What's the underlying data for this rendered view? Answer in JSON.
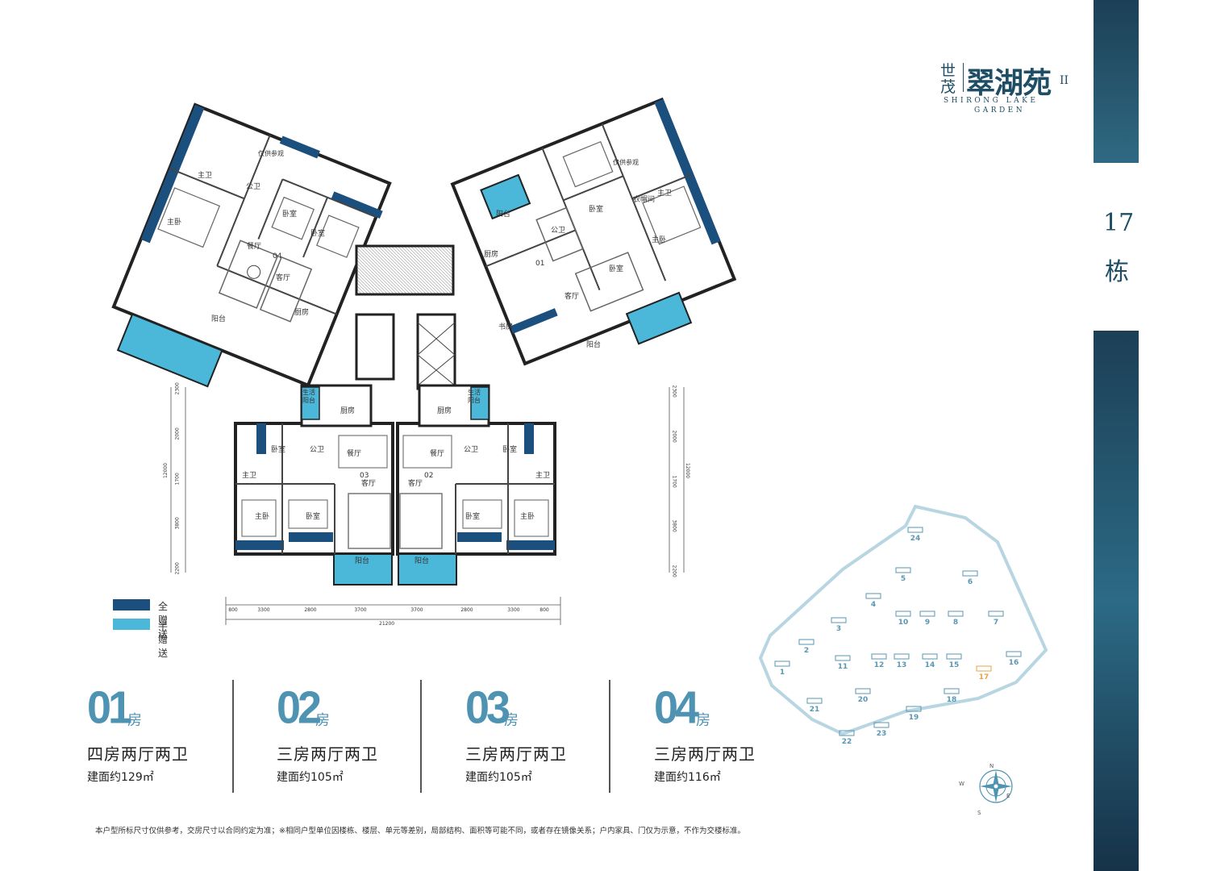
{
  "brand": {
    "cn_prefix": "世茂",
    "cn_name": "翠湖苑",
    "cn_suffix": "II",
    "en_line1": "SHIRONG LAKE",
    "en_line2": "GARDEN"
  },
  "building": {
    "number": "17",
    "unit": "栋"
  },
  "legend": [
    {
      "label": "全赠送",
      "color": "#1b4f7e"
    },
    {
      "label": "半赠送",
      "color": "#4bb7d9"
    }
  ],
  "plan": {
    "unit_tags": [
      "01",
      "02",
      "03",
      "04"
    ],
    "rooms": {
      "master_bath": "主卫",
      "public_bath": "公卫",
      "bedroom": "卧室",
      "master_bedroom": "主卧",
      "dining": "餐厅",
      "living": "客厅",
      "kitchen": "厨房",
      "balcony": "阳台",
      "service_balcony": "生活阳台",
      "study": "书房",
      "cloakroom": "衣帽间",
      "equip_platform": "仅供参观"
    },
    "dimensions_bottom": [
      "800",
      "3300",
      "2800",
      "3700",
      "3700",
      "2800",
      "3300",
      "800"
    ],
    "dimension_total": "21200",
    "dimensions_left": [
      "2300",
      "2000",
      "1700",
      "3800",
      "2200"
    ],
    "dimensions_left_total": "12000",
    "dimensions_right": [
      "2300",
      "2000",
      "1700",
      "3800",
      "2200"
    ],
    "dimensions_right_total": "12000"
  },
  "units": [
    {
      "no": "01",
      "suffix": "房",
      "type": "四房两厅两卫",
      "area": "建面约129㎡"
    },
    {
      "no": "02",
      "suffix": "房",
      "type": "三房两厅两卫",
      "area": "建面约105㎡"
    },
    {
      "no": "03",
      "suffix": "房",
      "type": "三房两厅两卫",
      "area": "建面约105㎡"
    },
    {
      "no": "04",
      "suffix": "房",
      "type": "三房两厅两卫",
      "area": "建面约116㎡"
    }
  ],
  "site_map": {
    "buildings": [
      "24",
      "5",
      "6",
      "4",
      "10",
      "9",
      "8",
      "7",
      "3",
      "2",
      "11",
      "12",
      "13",
      "14",
      "15",
      "16",
      "1",
      "17",
      "20",
      "18",
      "21",
      "19",
      "23",
      "22"
    ],
    "highlight": "17",
    "highlight_color": "#e8a24a",
    "compass": [
      "N",
      "E",
      "S",
      "W"
    ]
  },
  "footnote": "本户型所标尺寸仅供参考，交房尺寸以合同约定为准；※相同户型单位因楼栋、楼层、单元等差别，局部结构、面积等可能不同，或者存在镜像关系；户内家具、门仅为示意，不作为交楼标准。"
}
